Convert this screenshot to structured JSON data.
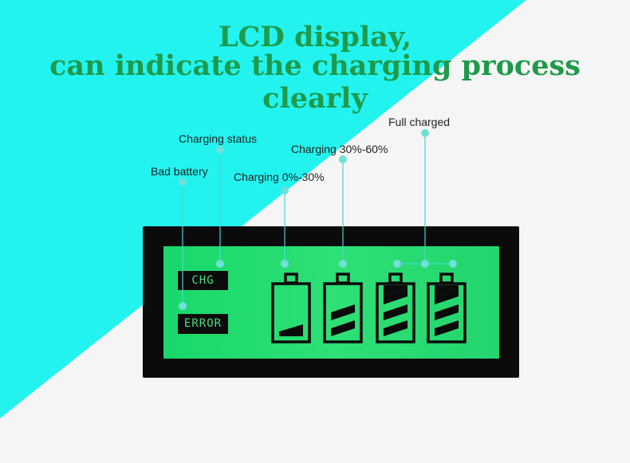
{
  "header": {
    "title_line1": "LCD display,",
    "title_line2": "can indicate the charging process clearly"
  },
  "callouts": {
    "bad_battery": "Bad battery",
    "charging_status": "Charging status",
    "charging_0_30": "Charging 0%-30%",
    "charging_30_60": "Charging 30%-60%",
    "full_charged": "Full charged"
  },
  "lcd": {
    "chg_label": "CHG",
    "error_label": "ERROR",
    "battery_levels": [
      1,
      2,
      3,
      3
    ]
  },
  "colors": {
    "cyan": "#22f3ef",
    "title_green": "#1e9a4a",
    "lcd_green": "#2ee076",
    "callout_line": "#4ad6d0"
  }
}
